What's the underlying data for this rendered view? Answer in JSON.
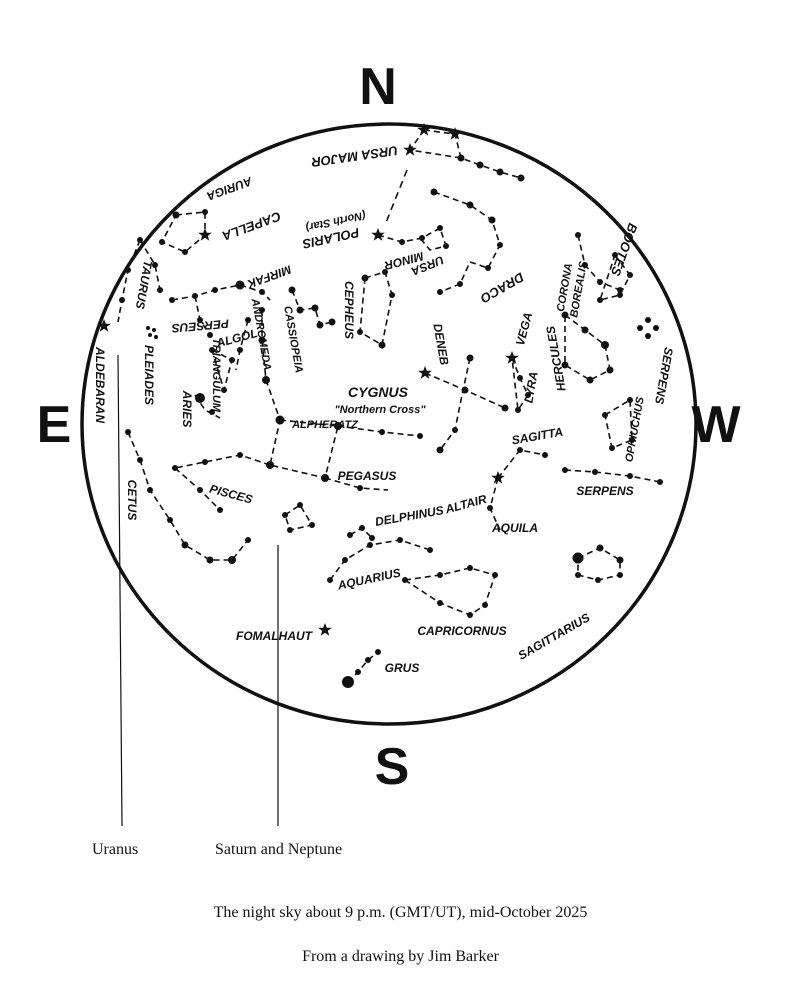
{
  "compass": {
    "north": "N",
    "south": "S",
    "east": "E",
    "west": "W"
  },
  "labels": {
    "ursa_major": "URSA MAJOR",
    "polaris": "POLARIS",
    "north_star": "(North Star)",
    "ursa": "URSA",
    "minor": "MINOR",
    "draco": "DRACO",
    "auriga": "AURIGA",
    "capella": "CAPELLA",
    "taurus": "TAURUS",
    "aldebaran": "ALDEBARAN",
    "pleiades": "PLEIADES",
    "perseus": "PERSEUS",
    "mirfak": "MIRFAK",
    "algol": "ALGOL",
    "triangulum": "TRIANGULUM",
    "aries": "ARIES",
    "andromeda": "ANDROMEDA",
    "cassiopeia": "CASSIOPEIA",
    "cepheus": "CEPHEUS",
    "deneb": "DENEB",
    "cygnus": "CYGNUS",
    "northern_cross": "\"Northern Cross\"",
    "vega": "VEGA",
    "lyra": "LYRA",
    "corona": "CORONA",
    "borealis": "BOREALIS",
    "bootes": "BOOTES",
    "hercules": "HERCULES",
    "serpens_upper": "SERPENS",
    "ophiuchus": "OPHIUCHUS",
    "sagitta": "SAGITTA",
    "alpheratz": "ALPHERATZ",
    "pegasus": "PEGASUS",
    "pisces": "PISCES",
    "cetus": "CETUS",
    "delphinus": "DELPHINUS",
    "altair": "ALTAIR",
    "aquila": "AQUILA",
    "serpens": "SERPENS",
    "aquarius": "AQUARIUS",
    "capricornus": "CAPRICORNUS",
    "sagittarius": "SAGITTARIUS",
    "fomalhaut": "FOMALHAUT",
    "grus": "GRUS"
  },
  "planets": {
    "uranus": "Uranus",
    "saturn_neptune": "Saturn and Neptune"
  },
  "caption": "The night sky about 9 p.m.  (GMT/UT), mid-October 2025",
  "credit": "From a drawing by Jim Barker"
}
